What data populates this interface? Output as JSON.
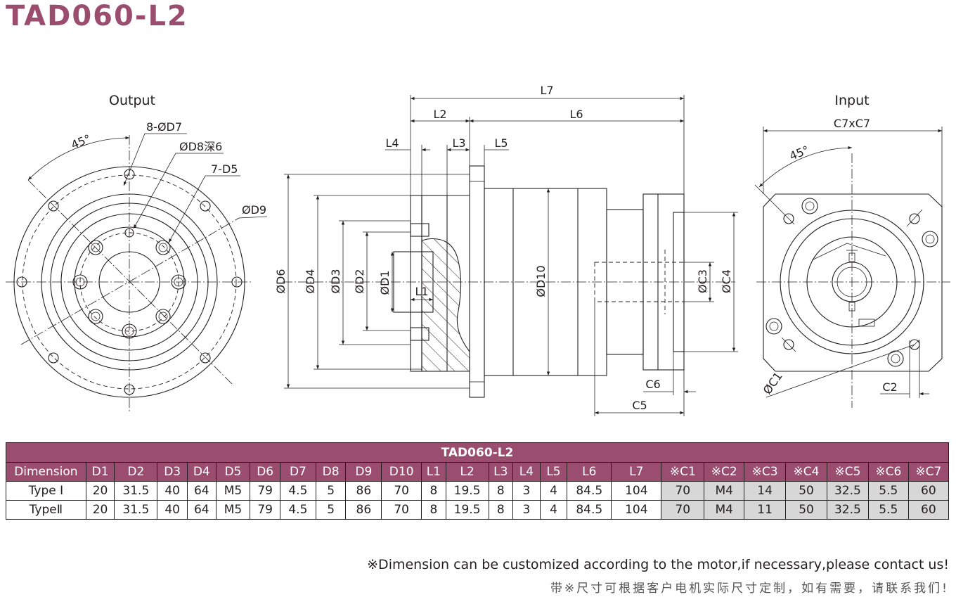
{
  "title": "TAD060-L2",
  "views": {
    "output": "Output",
    "input": "Input"
  },
  "labels": {
    "angle_out": "45°",
    "angle_in": "45°",
    "hole8": "8-ØD7",
    "hole_d8": "ØD8深6",
    "hole7": "7-D5",
    "d9": "ØD9",
    "d6": "ØD6",
    "d4": "ØD4",
    "d3": "ØD3",
    "d2": "ØD2",
    "d1": "ØD1",
    "d10": "ØD10",
    "c3": "ØC3",
    "c4": "ØC4",
    "c1": "ØC1",
    "l1": "L1",
    "l2": "L2",
    "l3": "L3",
    "l4": "L4",
    "l5": "L5",
    "l6": "L6",
    "l7": "L7",
    "c2": "C2",
    "c5": "C5",
    "c6": "C6",
    "c7": "C7xC7"
  },
  "table": {
    "title": "TAD060-L2",
    "headers": [
      "Dimension",
      "D1",
      "D2",
      "D3",
      "D4",
      "D5",
      "D6",
      "D7",
      "D8",
      "D9",
      "D10",
      "L1",
      "L2",
      "L3",
      "L4",
      "L5",
      "L6",
      "L7",
      "※C1",
      "※C2",
      "※C3",
      "※C4",
      "※C5",
      "※C6",
      "※C7"
    ],
    "rows": [
      {
        "label": "Type Ⅰ",
        "values": [
          "20",
          "31.5",
          "40",
          "64",
          "M5",
          "79",
          "4.5",
          "5",
          "86",
          "70",
          "8",
          "19.5",
          "8",
          "3",
          "4",
          "84.5",
          "104",
          "70",
          "M4",
          "14",
          "50",
          "32.5",
          "5.5",
          "60"
        ]
      },
      {
        "label": "TypeⅡ",
        "values": [
          "20",
          "31.5",
          "40",
          "64",
          "M5",
          "79",
          "4.5",
          "5",
          "86",
          "70",
          "8",
          "19.5",
          "8",
          "3",
          "4",
          "84.5",
          "104",
          "70",
          "M4",
          "11",
          "50",
          "32.5",
          "5.5",
          "60"
        ]
      }
    ],
    "highlight_from_column": 18,
    "header_color": "#9b4d6f",
    "highlight_color": "#d7d7d7"
  },
  "notes": {
    "en": "※Dimension can be customized according to the motor,if necessary,please contact us!",
    "cn": "带※尺寸可根据客户电机实际尺寸定制，如有需要，请联系我们!"
  }
}
